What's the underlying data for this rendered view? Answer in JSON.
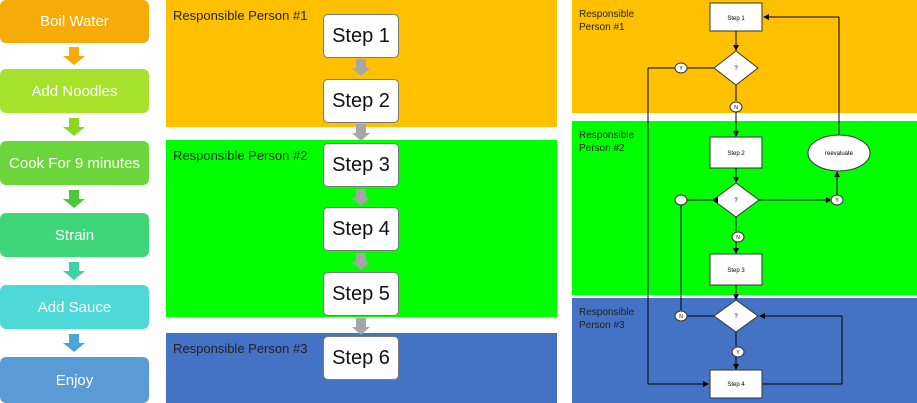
{
  "recipe": {
    "steps": [
      "Boil Water",
      "Add Noodles",
      "Cook For 9 minutes",
      "Strain",
      "Add Sauce",
      "Enjoy"
    ],
    "colors": [
      "#f7ab07",
      "#a6e22b",
      "#6bd63c",
      "#3fd67a",
      "#4ed8d8",
      "#5b9bd5"
    ],
    "arrow_colors": [
      "#f7ab07",
      "#8ad825",
      "#58cf3a",
      "#3fd67a",
      "#3fc0d6"
    ]
  },
  "swimlanes": {
    "lanes": [
      {
        "label": "Responsible Person #1",
        "color": "#ffc000"
      },
      {
        "label": "Responsible Person #2",
        "color": "#00ff00"
      },
      {
        "label": "Responsible Person #3",
        "color": "#4472c4"
      }
    ],
    "steps": [
      "Step 1",
      "Step 2",
      "Step 3",
      "Step 4",
      "Step 5",
      "Step 6"
    ]
  },
  "flowchart": {
    "lanes": [
      {
        "label_line1": "Responsible",
        "label_line2": "Person #1",
        "color": "#ffc000"
      },
      {
        "label_line1": "Responsible",
        "label_line2": "Person #2",
        "color": "#00ff00"
      },
      {
        "label_line1": "Responsible",
        "label_line2": "Person #3",
        "color": "#4472c4"
      }
    ],
    "step1": "Step 1",
    "step2": "Step 2",
    "step3": "Step 3",
    "step4": "Step 4",
    "decision": "?",
    "reevaluate": "reevaluate",
    "yes": "Y",
    "no": "N"
  }
}
